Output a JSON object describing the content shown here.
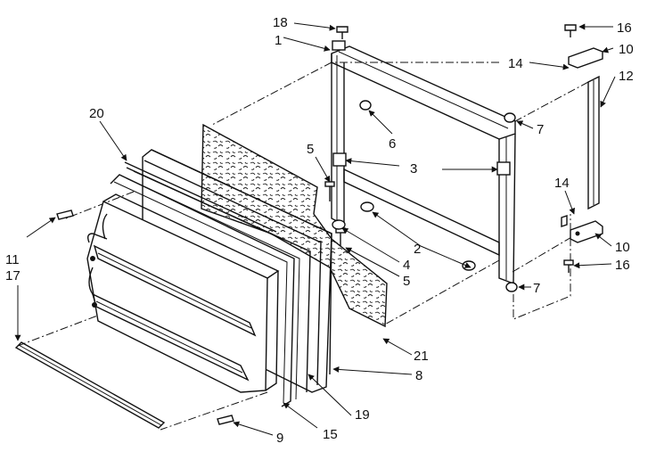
{
  "diagram": {
    "callouts": {
      "c18": "18",
      "c1": "1",
      "c16a": "16",
      "c10a": "10",
      "c14a": "14",
      "c12": "12",
      "c20": "20",
      "c7a": "7",
      "c6": "6",
      "c5a": "5",
      "c3": "3",
      "c14b": "14",
      "c2": "2",
      "c4": "4",
      "c5b": "5",
      "c10b": "10",
      "c16b": "16",
      "c11": "11",
      "c17": "17",
      "c7b": "7",
      "c21": "21",
      "c8": "8",
      "c19": "19",
      "c9": "9",
      "c15": "15"
    }
  }
}
